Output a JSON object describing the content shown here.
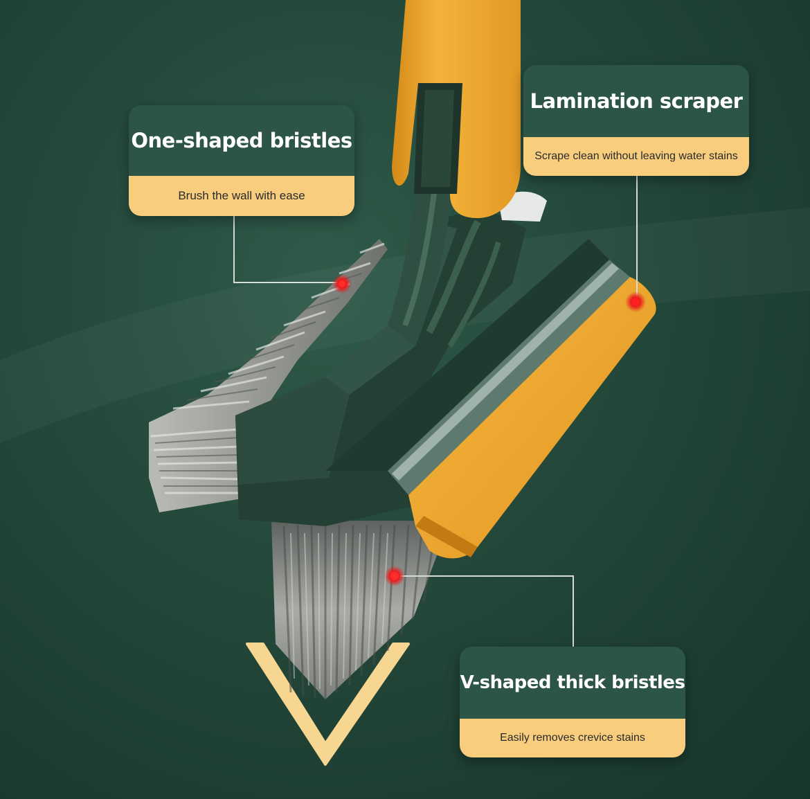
{
  "colors": {
    "background": "#1f4236",
    "callout_header": "#2c5546",
    "callout_subtitle": "#f8cd7d",
    "handle_orange": "#f0a92e",
    "brush_green": "#243f33",
    "marker_red": "#e02020",
    "arrow_cream": "#f6d690"
  },
  "callouts": {
    "one_shaped": {
      "title": "One-shaped bristles",
      "subtitle": "Brush the wall with ease"
    },
    "lamination": {
      "title": "Lamination scraper",
      "subtitle": "Scrape clean without leaving water stains"
    },
    "v_shaped": {
      "title": "V-shaped thick bristles",
      "subtitle": "Easily removes crevice stains"
    }
  },
  "icons": {
    "down_arrow": "chevron-down-icon",
    "markers": "red-dot-marker-icon"
  }
}
